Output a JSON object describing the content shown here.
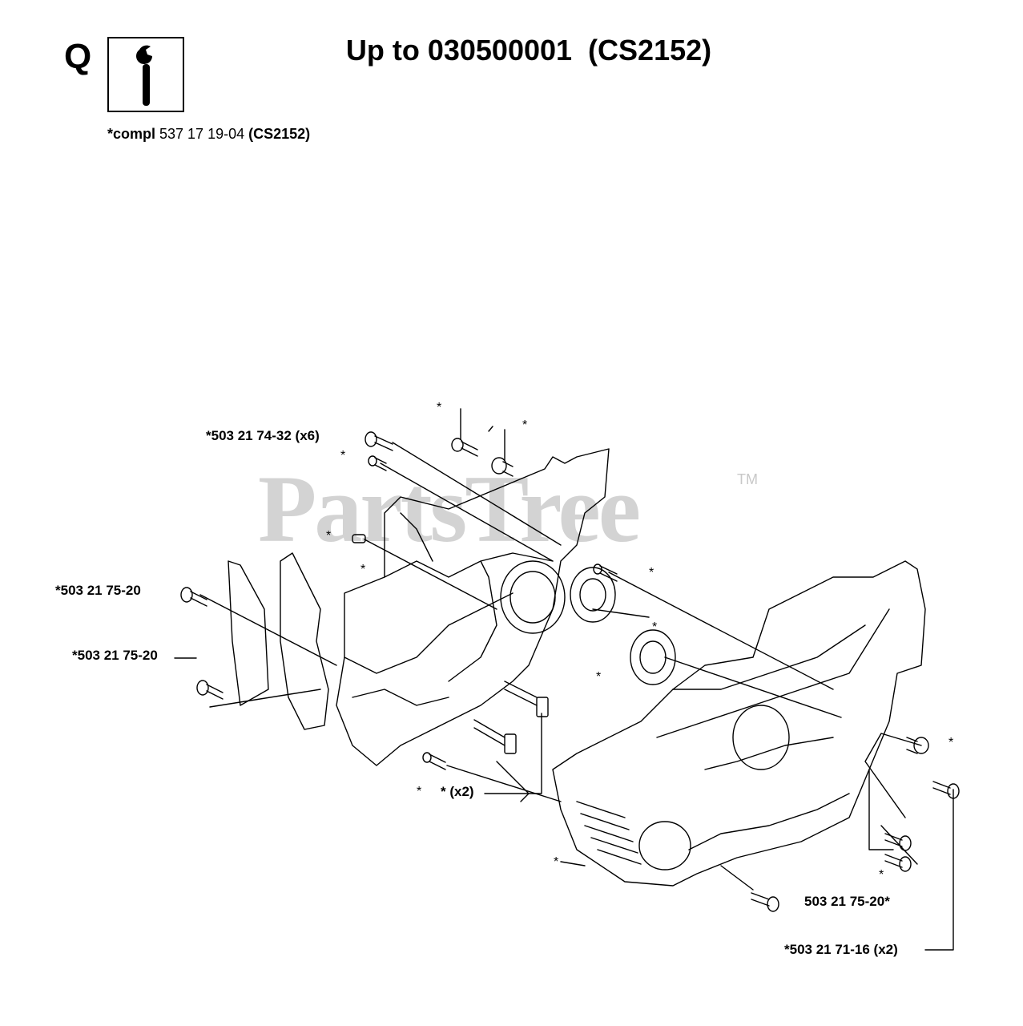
{
  "header": {
    "section_letter": "Q",
    "title": "Up to 030500001  (CS2152)",
    "compl_prefix": "*compl",
    "compl_number": " 537 17 19-04 ",
    "compl_model": "(CS2152)"
  },
  "watermark": {
    "text": "PartsTree",
    "tm": "TM"
  },
  "icons": {
    "info_box": "wrench-info-icon"
  },
  "labels": {
    "screw_x6": "*503 21 74-32 (x6)",
    "screw_left_top": "*503 21 75-20",
    "screw_left_mid": "*503 21 75-20",
    "pin_x2": "* (x2)",
    "screw_bottom_right": "503 21 75-20*",
    "screw_x2": "*503 21 71-16 (x2)"
  },
  "asterisks": {
    "a1": "*",
    "a2": "*",
    "a3": "*",
    "a4": "*",
    "a5": "*",
    "a6": "*",
    "a7": "*",
    "a8": "*",
    "a9": "*",
    "a10": "*",
    "a11": "*",
    "a12": "*"
  }
}
